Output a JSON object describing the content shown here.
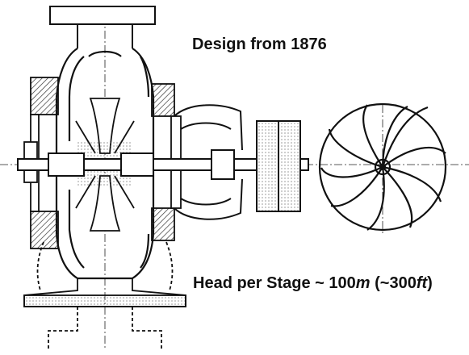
{
  "figure": {
    "title": "Design from 1876",
    "head_prefix": "Head per Stage ~ 100",
    "head_unit_m": "m",
    "head_mid": " (~300",
    "head_unit_ft": "ft",
    "head_suffix": ")"
  },
  "colors": {
    "ink": "#111111",
    "hatch": "#333333",
    "background": "#ffffff"
  }
}
